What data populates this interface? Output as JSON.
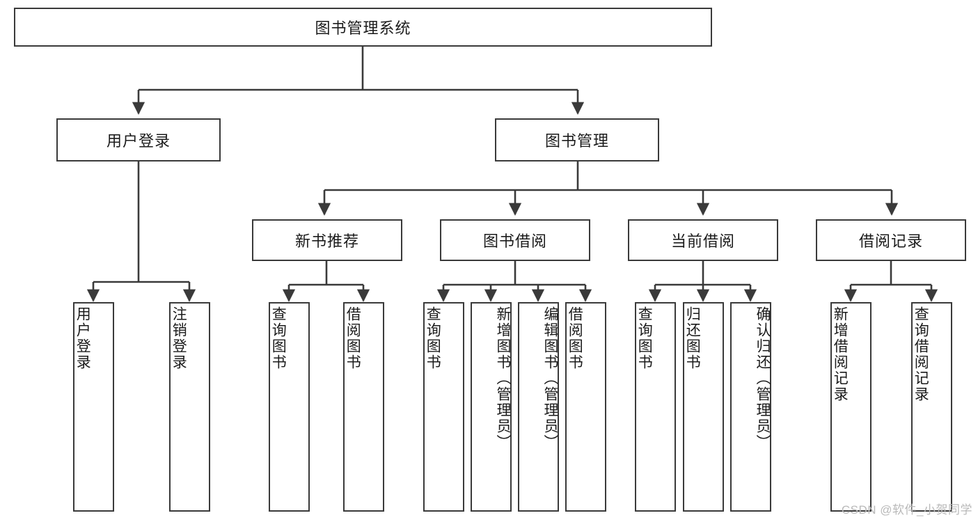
{
  "diagram": {
    "title": "图书管理系统",
    "type": "tree-hierarchy-diagram",
    "root": {
      "label": "图书管理系统"
    },
    "level2": [
      {
        "label": "用户登录"
      },
      {
        "label": "图书管理"
      }
    ],
    "level3": [
      {
        "label": "新书推荐"
      },
      {
        "label": "图书借阅"
      },
      {
        "label": "当前借阅"
      },
      {
        "label": "借阅记录"
      }
    ],
    "leaves": {
      "user_login": [
        {
          "label": "用户登录"
        },
        {
          "label": "注销登录"
        }
      ],
      "new_book_recommend": [
        {
          "label": "查询图书"
        },
        {
          "label": "借阅图书"
        }
      ],
      "book_borrow": [
        {
          "label": "查询图书"
        },
        {
          "label": "新增图书（管理员）"
        },
        {
          "label": "编辑图书（管理员）"
        },
        {
          "label": "借阅图书"
        }
      ],
      "current_borrow": [
        {
          "label": "查询图书"
        },
        {
          "label": "归还图书"
        },
        {
          "label": "确认归还（管理员）"
        }
      ],
      "borrow_record": [
        {
          "label": "新增借阅记录"
        },
        {
          "label": "查询借阅记录"
        }
      ]
    }
  },
  "watermark": {
    "text": "CSDN @软件_小贺同学"
  },
  "colors": {
    "stroke": "#3a3a3a",
    "text": "#1b1b1b",
    "background": "#ffffff",
    "watermark": "#b9b9b9"
  }
}
